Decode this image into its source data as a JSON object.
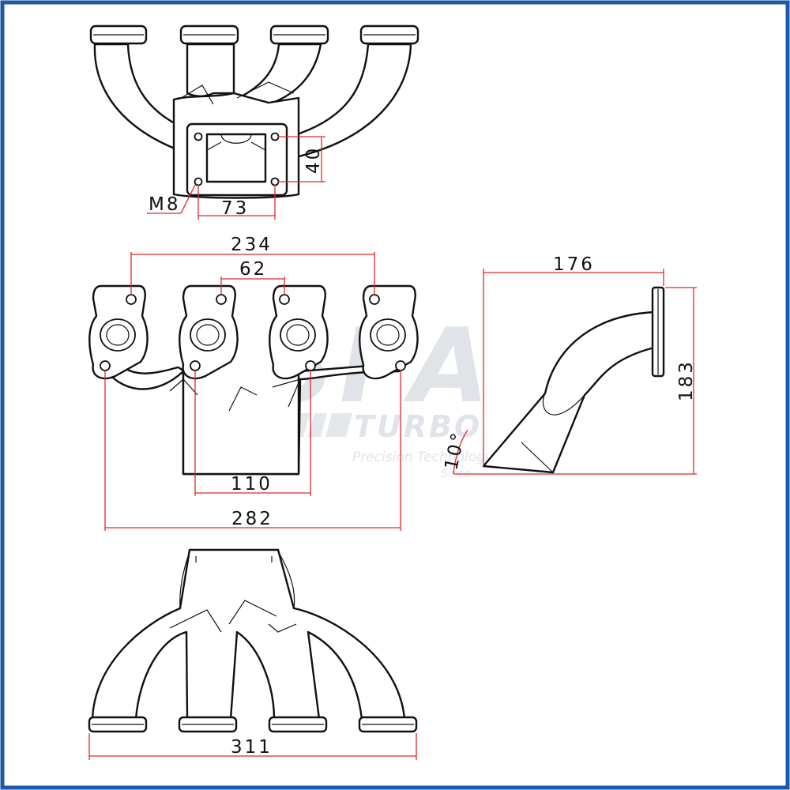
{
  "diagram": {
    "subject": "exhaust manifold technical drawing",
    "colors": {
      "border": "#1a5aa6",
      "dimension_line": "#e0282a",
      "outline": "#111111",
      "watermark": "#cfd6de"
    }
  },
  "dimensions": {
    "flange_height": "40",
    "flange_width": "73",
    "thread": "M8",
    "port_span": "234",
    "port_pitch": "62",
    "collector_width": "110",
    "overall_width_front": "282",
    "depth": "176",
    "height": "183",
    "angle": "10°",
    "overall_width_bottom": "311"
  },
  "watermark": {
    "logo": "SPA",
    "brand": "TURBO",
    "tagline": "Precision Technology",
    "since": "Since"
  }
}
